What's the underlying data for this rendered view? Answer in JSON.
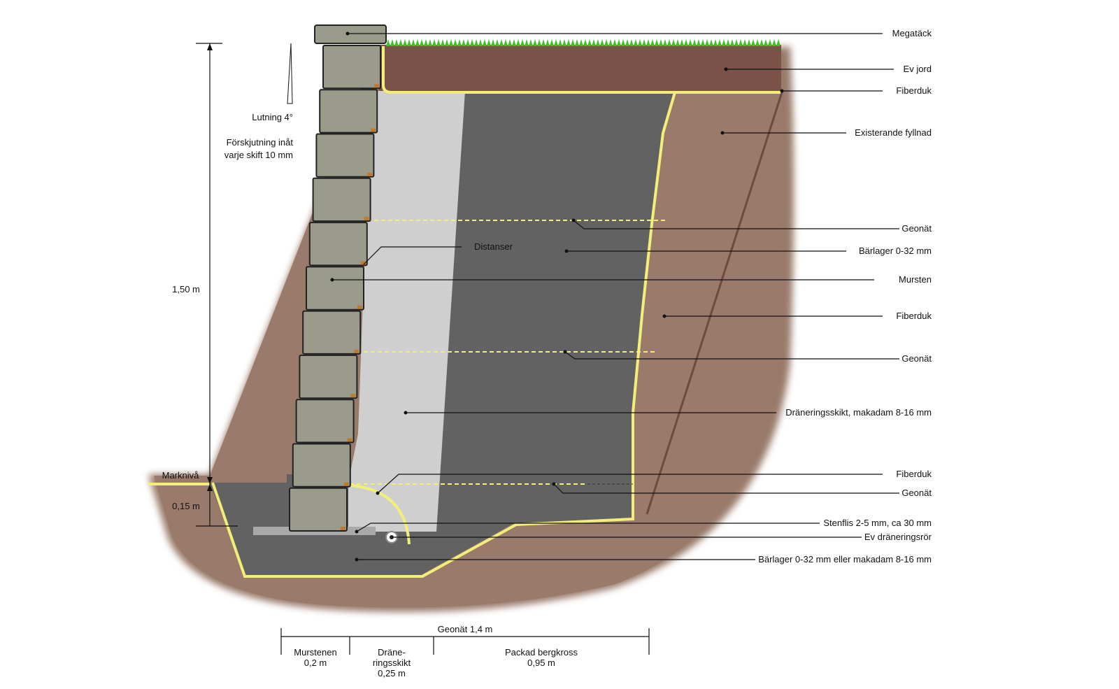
{
  "colors": {
    "soil": "#997a6b",
    "topsoil": "#7a5248",
    "fill_dark": "#626262",
    "drainage": "#cfcfcf",
    "block": "#9b9b8c",
    "fabric": "#f2ee7a",
    "grass": "#3fc12d"
  },
  "labels": {
    "megatack": "Megatäck",
    "ev_jord": "Ev  jord",
    "fiberduk_top": "Fiberduk",
    "existerande": "Existerande fyllnad",
    "geonat_1": "Geonät",
    "barlager": "Bärlager 0-32 mm",
    "mursten": "Mursten",
    "fiberduk_mid": "Fiberduk",
    "geonat_2": "Geonät",
    "dranering": "Dräneringsskikt, makadam 8-16 mm",
    "fiberduk_low": "Fiberduk",
    "geonat_3": "Geonät",
    "stenflis": "Stenflis 2-5 mm, ca 30 mm",
    "dranror": "Ev dräneringsrör",
    "barlager_bottom": "Bärlager 0-32 mm eller makadam 8-16 mm",
    "distanser": "Distanser"
  },
  "annotations": {
    "lutning": "Lutning 4°",
    "forskjutning_1": "Förskjutning inåt",
    "forskjutning_2": "varje skift 10 mm",
    "height": "1,50 m",
    "marknivå": "Marknivå",
    "depth": "0,15 m"
  },
  "bottom_dims": {
    "total": "Geonät 1,4 m",
    "col1_line1": "Murstenen",
    "col1_line2": "0,2 m",
    "col2_line1": "Dräne-",
    "col2_line2": "ringsskikt",
    "col2_line3": "0,25 m",
    "col3_line1": "Packad bergkross",
    "col3_line2": "0,95 m"
  }
}
